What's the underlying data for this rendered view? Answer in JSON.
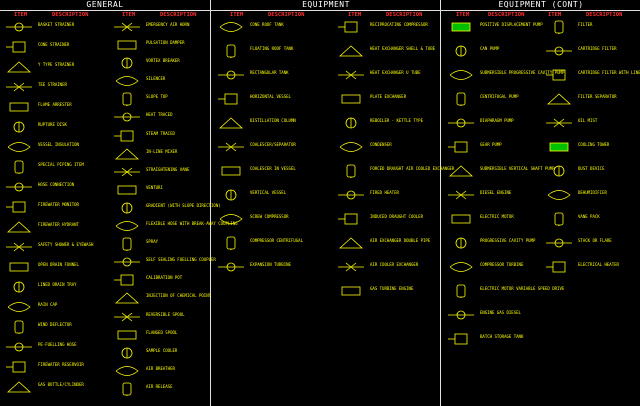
{
  "sections": [
    {
      "title": "GENERAL",
      "columns": [
        {
          "item_header": "ITEM",
          "desc_header": "DESCRIPTION",
          "rows": [
            "BASKET STRAINER",
            "CONE STRAINER",
            "Y TYPE STRAINER",
            "TEE STRAINER",
            "FLAME ARRESTER",
            "RUPTURE DISK",
            "VESSEL INSULATION",
            "SPECIAL PIPING ITEM",
            "HOSE CONNECTION",
            "FIREWATER MONITOR",
            "FIREWATER HYDRANT",
            "SAFETY SHOWER & EYEWASH",
            "OPEN DRAIN FUNNEL",
            "LINED DRAIN TRAY",
            "RAIN CAP",
            "WIND DEFLECTOR",
            "PE-FUELLING HOSE",
            "FIREWATER RESERVOIR",
            "GAS BOTTLE/CYLINDER"
          ]
        },
        {
          "item_header": "ITEM",
          "desc_header": "DESCRIPTION",
          "rows": [
            "EMERGENCY AIR HORN",
            "PULSATION DAMPER",
            "VORTEX BREAKER",
            "SILENCER",
            "SLOPE TOP",
            "HEAT TRACED",
            "STEAM TRACED",
            "IN-LINE MIXER",
            "STRAIGHTENING VANE",
            "VENTURI",
            "GRADIENT (WITH SLOPE DIRECTION)",
            "FLEXIBLE HOSE WITH BREAK-AWAY COUPLING",
            "SPRAY",
            "SELF SEALING FUELLING COUPLER",
            "CALIBRATION POT",
            "INJECTION OF CHEMICAL POINT",
            "REVERSIBLE SPOOL",
            "FLANGED SPOOL",
            "SAMPLE COOLER",
            "AIR BREATHER",
            "AIR RELEASE"
          ]
        }
      ]
    },
    {
      "title": "EQUIPMENT",
      "columns": [
        {
          "item_header": "ITEM",
          "desc_header": "DESCRIPTION",
          "rows": [
            "CONE ROOF TANK",
            "FLOATING ROOF TANK",
            "RECTANGULAR TANK",
            "HORIZONTAL VESSEL",
            "DISTILLATION COLUMN",
            "COALESCER/SEPARATOR",
            "COALESCER IN VESSEL",
            "VERTICAL VESSEL",
            "SCREW COMPRESSOR",
            "COMPRESSOR CENTRIFUGAL",
            "EXPANSION TURBINE"
          ]
        },
        {
          "item_header": "ITEM",
          "desc_header": "DESCRIPTION",
          "rows": [
            "RECIPROCATING COMPRESSOR",
            "HEAT EXCHANGER SHELL & TUBE",
            "HEAT EXCHANGER U TUBE",
            "PLATE EXCHANGER",
            "REBOILER - KETTLE TYPE",
            "CONDENSER",
            "FORCED DRAUGHT AIR COOLED EXCHANGER",
            "FIRED HEATER",
            "INDUCED DRAUGHT COOLER",
            "AIR EXCHANGER DOUBLE PIPE",
            "AIR COOLER EXCHANGER",
            "GAS TURBINE ENGINE"
          ]
        }
      ]
    },
    {
      "title": "EQUIPMENT (CONT)",
      "columns": [
        {
          "item_header": "ITEM",
          "desc_header": "DESCRIPTION",
          "rows": [
            "POSITIVE DISPLACEMENT PUMP",
            "CAN PUMP",
            "SUBMERSIBLE PROGRESSIVE CAVITY PUMP",
            "CENTRIFUGAL PUMP",
            "DIAPHRAGM PUMP",
            "GEAR PUMP",
            "SUBMERSIBLE VERTICAL SHAFT PUMP",
            "DIESEL ENGINE",
            "ELECTRIC MOTOR",
            "PROGRESSIVE CAVITY PUMP",
            "COMPRESSOR TURBINE",
            "ELECTRIC MOTOR VARIABLE SPEED DRIVE",
            "ENGINE GAS DIESEL",
            "BATCH STORAGE TANK"
          ]
        },
        {
          "item_header": "ITEM",
          "desc_header": "DESCRIPTION",
          "rows": [
            "FILTER",
            "CARTRIDGE FILTER",
            "CARTRIDGE FILTER WITH LINER",
            "FILTER SEPARATOR",
            "OIL MIST",
            "COOLING TOWER",
            "DUST DEVICE",
            "DEHUMIDIFIER",
            "VANE PACK",
            "STACK OR FLARE",
            "ELECTRICAL HEATER"
          ]
        }
      ]
    }
  ],
  "colors": {
    "background": "#000000",
    "header_text": "#ff3030",
    "label_text": "#ffff00",
    "symbol_stroke": "#ffff00",
    "divider": "#e0e0e0",
    "accent_green": "#00c000",
    "accent_red": "#ff0000"
  }
}
